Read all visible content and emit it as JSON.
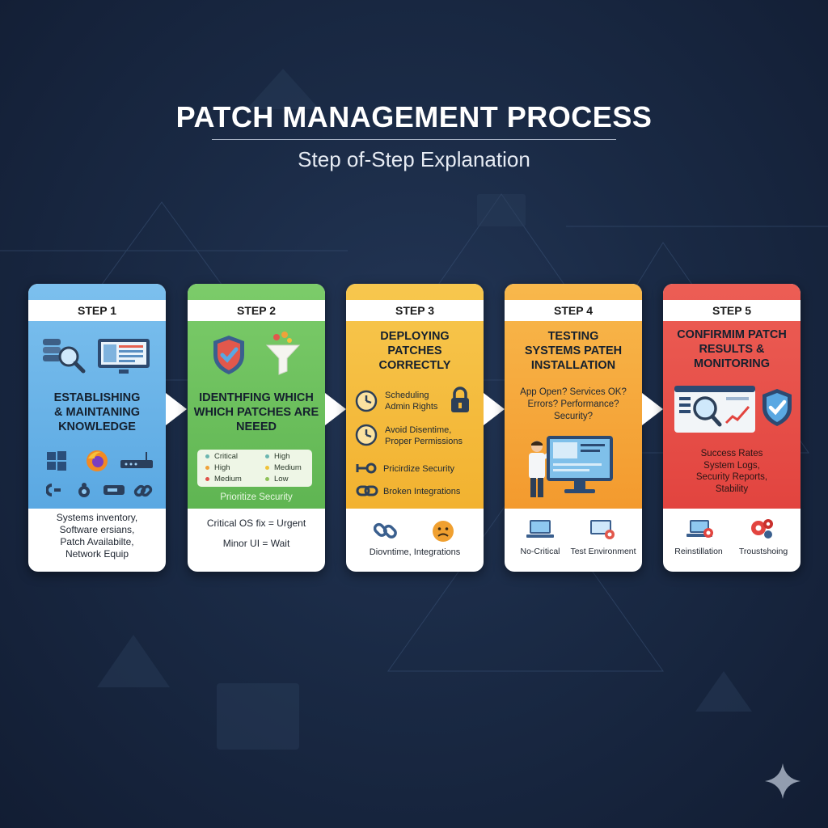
{
  "header": {
    "title": "PATCH MANAGEMENT PROCESS",
    "subtitle": "Step of-Step Explanation"
  },
  "colors": {
    "step1": "#5faee6",
    "step2": "#6cbf5c",
    "step3": "#f5b93a",
    "step4": "#f5a63a",
    "step5": "#e84e48"
  },
  "steps": [
    {
      "label": "STEP 1",
      "heading_lines": [
        "ESTABLISHING",
        "& MAINTANING",
        "KNOWLEDGE"
      ],
      "icons": [
        "database-magnifier-icon",
        "monitor-dashboard-icon",
        "windows-logo-icon",
        "firefox-logo-icon",
        "router-icon",
        "link-icon",
        "puzzle-icon",
        "cable-icon",
        "chain-icon"
      ],
      "footer_lines": [
        "Systems inventory,",
        "Software ersians,",
        "Patch Availabilte,",
        "Network Equip"
      ]
    },
    {
      "label": "STEP 2",
      "heading_lines": [
        "IDENTHFING WHICH",
        "WHICH PATCHES ARE",
        "NEEED"
      ],
      "icons": [
        "shield-check-icon",
        "funnel-icon"
      ],
      "legend": [
        {
          "label": "Critical",
          "color": "#6bb6b0"
        },
        {
          "label": "High",
          "color": "#6bb6b0"
        },
        {
          "label": "High",
          "color": "#f0a23a"
        },
        {
          "label": "Medium",
          "color": "#f0c23a"
        },
        {
          "label": "Medium",
          "color": "#e0524a"
        },
        {
          "label": "Low",
          "color": "#8fc15a"
        }
      ],
      "band_caption": "Prioritize Security",
      "footer_lines": [
        "Critical OS fix = Urgent",
        "Minor UI = Wait"
      ]
    },
    {
      "label": "STEP 3",
      "heading_lines": [
        "DEPLOYING",
        "PATCHES",
        "CORRECTLY"
      ],
      "items": [
        {
          "icon": "clock-icon",
          "lines": [
            "Scheduling",
            "Admin Rights"
          ]
        },
        {
          "icon": "clock-icon",
          "lines": [
            "Avoid Disentime,",
            "Proper Permissions"
          ]
        },
        {
          "icon": "wrench-icon",
          "lines": [
            "Pricirdize Security"
          ]
        },
        {
          "icon": "chain-icon",
          "lines": [
            "Broken Integrations"
          ]
        }
      ],
      "footer": "Diovntime, Integrations"
    },
    {
      "label": "STEP 4",
      "heading_lines": [
        "TESTING",
        "SYSTEMS PATEH",
        "INSTALLATION"
      ],
      "check_lines": [
        "App Open? Services OK?",
        "Errors? Performance?",
        "Security?"
      ],
      "icons": [
        "technician-icon",
        "monitor-icon"
      ],
      "footer_items": [
        {
          "icon": "laptop-icon",
          "label": "No-Critical"
        },
        {
          "icon": "test-monitor-icon",
          "label": "Test Environment"
        }
      ]
    },
    {
      "label": "STEP 5",
      "heading_lines": [
        "CONFIRMIM PATCH",
        "RESULTS &",
        "MONITORING"
      ],
      "icons": [
        "dashboard-magnifier-icon",
        "shield-check-icon"
      ],
      "result_lines": [
        "Success Rates",
        "System Logs,",
        "Security Reports,",
        "Stability"
      ],
      "footer_items": [
        {
          "icon": "laptop-refresh-icon",
          "label": "Reinstillation"
        },
        {
          "icon": "gears-icon",
          "label": "Troustshoing"
        }
      ]
    }
  ]
}
